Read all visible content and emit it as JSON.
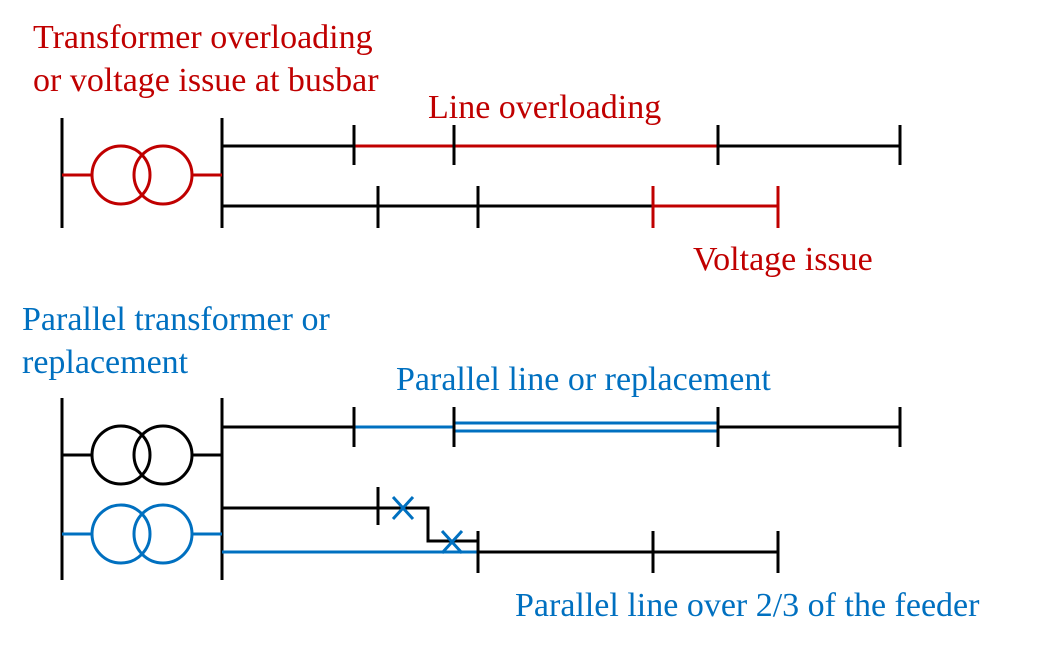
{
  "colors": {
    "problem": "#c00000",
    "solution": "#0070c0",
    "network": "#000000"
  },
  "labels": {
    "transformer_issue_line1": "Transformer overloading",
    "transformer_issue_line2": "or voltage issue at busbar",
    "line_overloading": "Line overloading",
    "voltage_issue": "Voltage issue",
    "parallel_transformer_line1": "Parallel transformer or",
    "parallel_transformer_line2": "replacement",
    "parallel_line_replacement": "Parallel line or replacement",
    "parallel_line_feeder": "Parallel line over 2/3 of the feeder"
  }
}
